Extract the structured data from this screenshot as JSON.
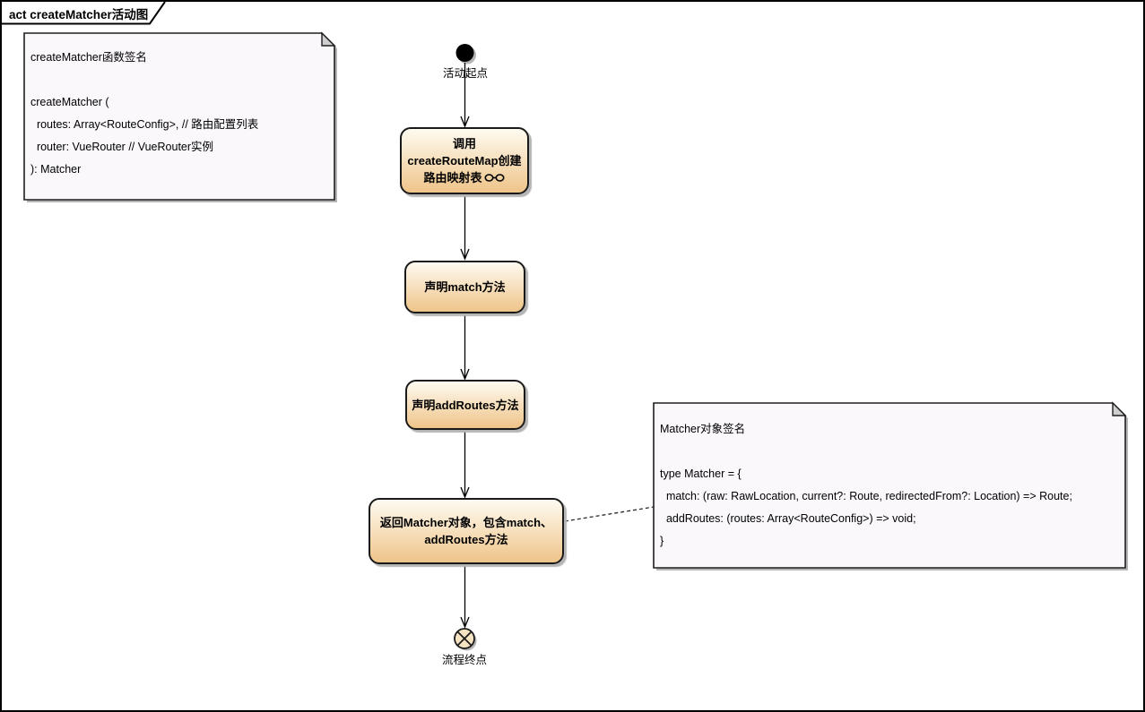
{
  "frame": {
    "title": "act createMatcher活动图"
  },
  "notes": {
    "left": {
      "lines": [
        "createMatcher函数签名",
        "",
        "createMatcher (",
        "  routes: Array<RouteConfig>, // 路由配置列表",
        "  router: VueRouter // VueRouter实例",
        "): Matcher"
      ]
    },
    "right": {
      "lines": [
        "Matcher对象签名",
        "",
        "type Matcher = {",
        "  match: (raw: RawLocation, current?: Route, redirectedFrom?: Location) => Route;",
        "  addRoutes: (routes: Array<RouteConfig>) => void;",
        "}"
      ]
    }
  },
  "flow": {
    "start_label": "活动起点",
    "activities": [
      "调用 createRouteMap创建路由映射表",
      "声明match方法",
      "声明addRoutes方法",
      "返回Matcher对象，包含match、addRoutes方法"
    ],
    "end_label": "流程终点"
  },
  "colors": {
    "activity-top": "#FEFBF1",
    "activity-bottom": "#EFC489",
    "activity-border": "#1A1A1A",
    "note-fill": "#FAF8FB",
    "note-border": "#1F1F1F",
    "fold-fill": "#CFCFCF",
    "shadow": "#B5B5B5",
    "final-fill": "#F6E3C2",
    "line": "#000000"
  }
}
